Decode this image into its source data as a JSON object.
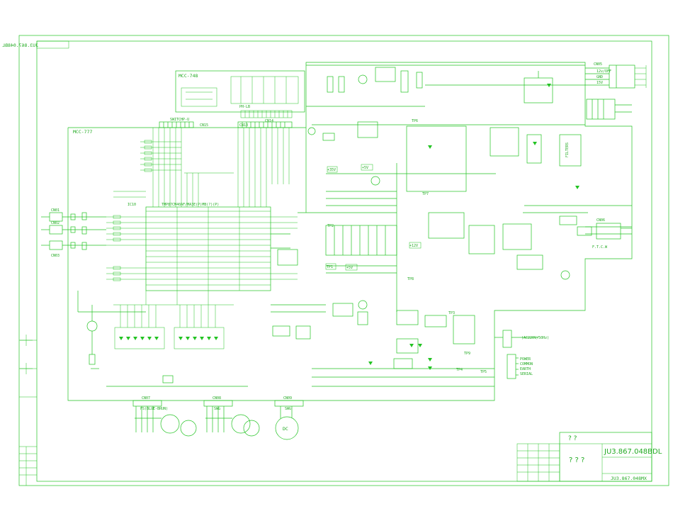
{
  "drawing": {
    "number_mirrored": "JU3.867.048BL",
    "title_block": {
      "unknown_top": "? ?",
      "unknown_main": "? ? ?",
      "drawing_number": "JU3.867.048BDL",
      "sub_number": "JU3.867.048MX"
    }
  },
  "modules": {
    "display_board": "MCC-748",
    "main_board": "MCC-777"
  },
  "mcu": {
    "ref": "IC10",
    "part": "TMP87CM40AF/MA3E(P)MB(?)(P)"
  },
  "connectors": {
    "cn15": "CN15",
    "cn13": "CN13",
    "cn14": "CN14",
    "cn05": "CN05",
    "cn06": "CN06",
    "cn07": "CN07",
    "cn08": "CN08",
    "cn09": "CN09",
    "cn01": "CN01",
    "cn02": "CN02",
    "cn03": "CN03",
    "cn15_label": "SWITCHP-U",
    "cn13_label": "PH-LB",
    "cn07_label": "FS(BLUE-BRUN)",
    "cn08_label": "SWG",
    "cn09_label": "SWG"
  },
  "rails": {
    "plus5v_a": "+5V",
    "plus5v_b": "+5V",
    "plus12v": "+12V",
    "plus35v": "+35V"
  },
  "power": {
    "line_in": "(AC220V/50Hz)",
    "outputs": [
      "12v/OFF",
      "GND",
      "15V"
    ]
  },
  "labels": {
    "fan_motor": "DC",
    "lcd_fan_hi": "F.T.C.W",
    "power_list": [
      "POWER",
      "COMMON",
      "EARTH",
      "SERIAL"
    ],
    "vr_note": "FILTERS",
    "tp": [
      "TP1",
      "TP2",
      "TP3",
      "TP4",
      "TP5",
      "TP6",
      "TP7",
      "TP8",
      "TP9"
    ]
  },
  "colors": {
    "line": "#22c322",
    "text": "#22aa22",
    "background": "#ffffff"
  }
}
